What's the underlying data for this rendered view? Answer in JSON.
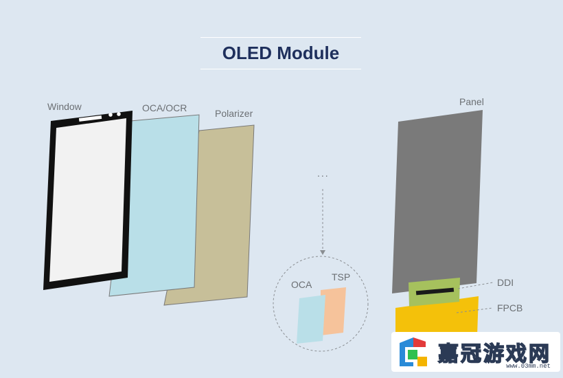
{
  "title": "OLED Module",
  "labels": {
    "window": "Window",
    "oca_ocr": "OCA/OCR",
    "polarizer": "Polarizer",
    "panel": "Panel",
    "oca": "OCA",
    "tsp": "TSP",
    "ddi": "DDI",
    "fpcb": "FPCB",
    "ellipsis": "..."
  },
  "watermark": {
    "text": "嘉冠游戏网",
    "site": "www.03mm.net"
  },
  "colors": {
    "background": "#dde7f1",
    "window_frame": "#111111",
    "window_glass": "#f2f2f2",
    "oca_ocr": "#b9dfe8",
    "polarizer": "#c7bf99",
    "panel": "#7a7a7a",
    "ddi": "#a6c15d",
    "fpcb": "#f4c10a",
    "oca_small": "#b9dfe8",
    "tsp": "#f6c39b",
    "title": "#1e2f5c"
  }
}
